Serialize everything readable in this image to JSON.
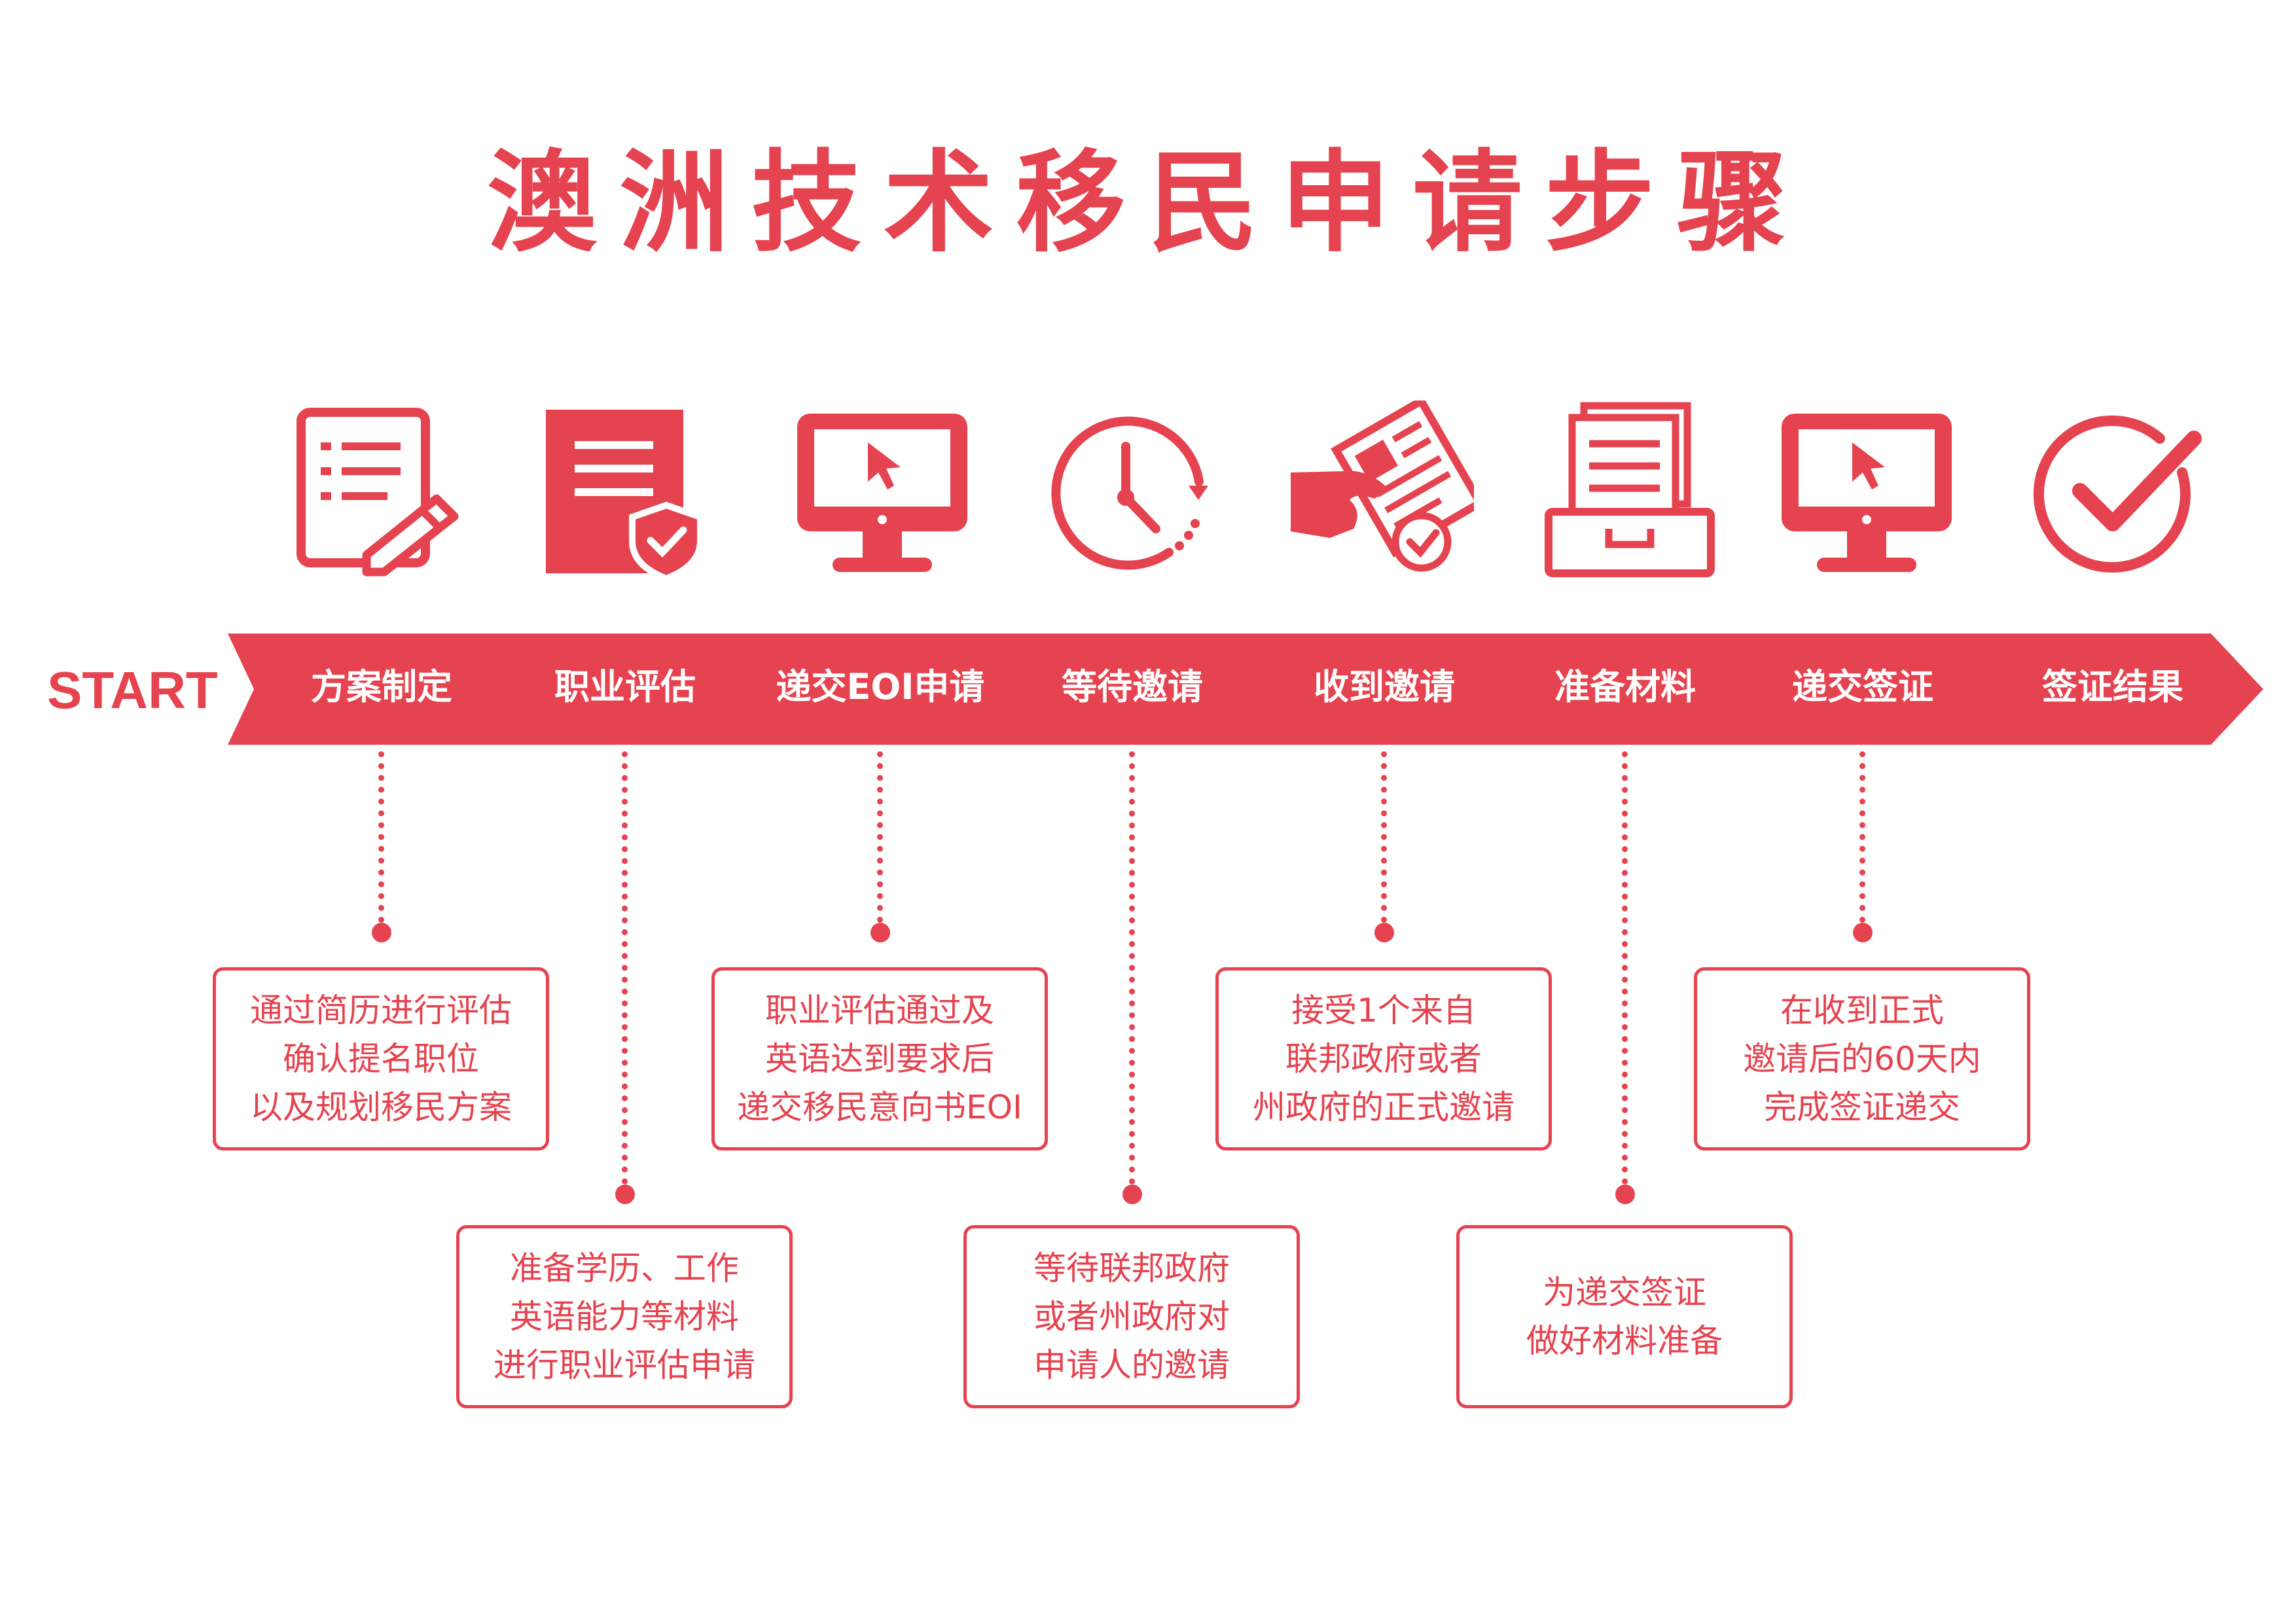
{
  "title": "澳洲技术移民申请步骤",
  "start_label": "START",
  "colors": {
    "accent": "#e5434f",
    "background": "#ffffff"
  },
  "steps": [
    {
      "label": "方案制定",
      "icon": "document-pencil-icon",
      "desc": [
        "通过简历进行评估",
        "确认提名职位",
        "以及规划移民方案"
      ],
      "desc_position": "upper"
    },
    {
      "label": "职业评估",
      "icon": "document-shield-icon",
      "desc": [
        "准备学历、工作",
        "英语能力等材料",
        "进行职业评估申请"
      ],
      "desc_position": "lower"
    },
    {
      "label": "递交EOI申请",
      "icon": "monitor-cursor-icon",
      "desc": [
        "职业评估通过及",
        "英语达到要求后",
        "递交移民意向书EOI"
      ],
      "desc_position": "upper"
    },
    {
      "label": "等待邀请",
      "icon": "clock-icon",
      "desc": [
        "等待联邦政府",
        "或者州政府对",
        "申请人的邀请"
      ],
      "desc_position": "lower"
    },
    {
      "label": "收到邀请",
      "icon": "hand-document-icon",
      "desc": [
        "接受1个来自",
        "联邦政府或者",
        "州政府的正式邀请"
      ],
      "desc_position": "upper"
    },
    {
      "label": "准备材料",
      "icon": "document-tray-icon",
      "desc": [
        "为递交签证",
        "做好材料准备"
      ],
      "desc_position": "lower"
    },
    {
      "label": "递交签证",
      "icon": "monitor-cursor-icon",
      "desc": [
        "在收到正式",
        "邀请后的60天内",
        "完成签证递交"
      ],
      "desc_position": "upper"
    },
    {
      "label": "签证结果",
      "icon": "check-circle-icon",
      "desc": [],
      "desc_position": "none"
    }
  ]
}
